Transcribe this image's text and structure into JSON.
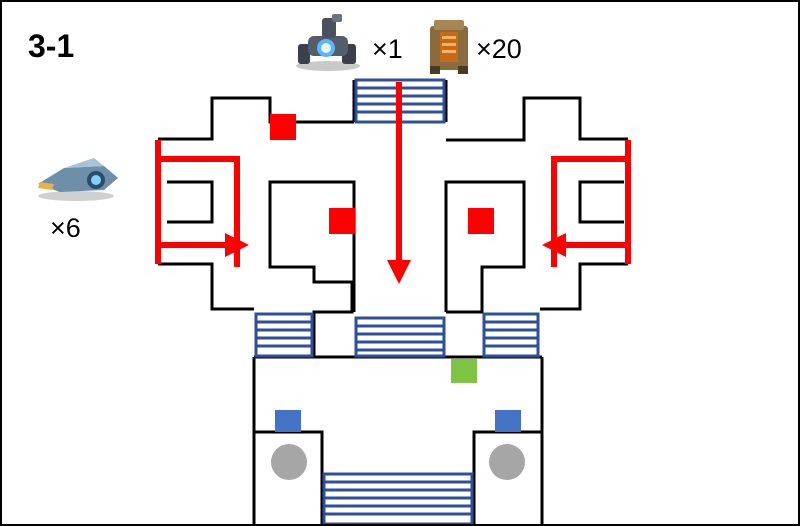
{
  "level": {
    "title": "3-1"
  },
  "enemies": [
    {
      "icon": "walker-mech-icon",
      "count": "×1"
    },
    {
      "icon": "tower-barricade-icon",
      "count": "×20"
    },
    {
      "icon": "hover-drone-icon",
      "count": "×6"
    }
  ],
  "markers": {
    "blocker": {
      "color": "#ff0000",
      "count": 3
    },
    "goal": {
      "color": "#7dc443",
      "count": 1
    },
    "spawn_pad": {
      "color": "#4472c4",
      "count": 2
    },
    "pit": {
      "color": "#a6a6a6",
      "count": 2
    }
  },
  "colors": {
    "wall": "#000000",
    "stairs": "#2f4f9a",
    "path_arrow": "#ff0000"
  }
}
